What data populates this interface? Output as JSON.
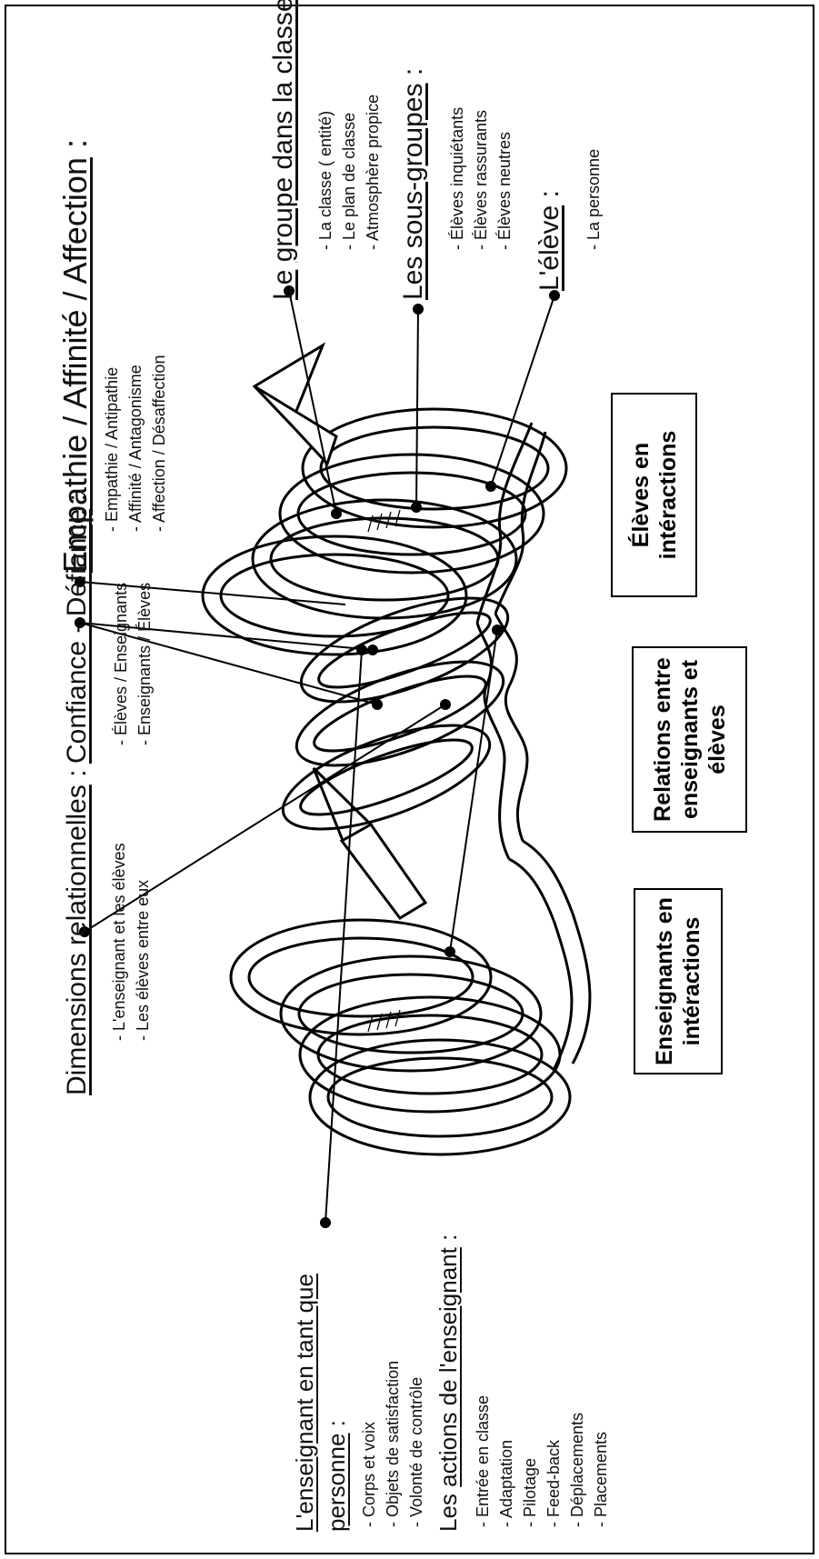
{
  "labels": {
    "teacher_as_person_line1": "L'enseignant en tant que",
    "teacher_as_person_line2_u": "personne",
    "teacher_as_person_line2_rest": " :",
    "teacher_actions_pre": "Les ",
    "teacher_actions_u": "actions de l'enseignant",
    "teacher_actions_post": " :",
    "relational_u": "Dimensions relationnelles",
    "relational_post": " :",
    "trust_u": "Confiance - Défiance",
    "trust_post": " :",
    "empathy_u": "Empathie / Affinité / Affection",
    "empathy_post": " :",
    "group_u1": "Le",
    "group_mid": " ",
    "group_u2": "groupe dans la classe",
    "group_post": " :",
    "subgroups_u": "Les sous-groupes",
    "subgroups_post": " :",
    "student_u": "L'élève",
    "student_post": " :"
  },
  "lists": {
    "teacher_as_person": [
      "- Corps et voix",
      "- Objets de satisfaction",
      "- Volonté de contrôle"
    ],
    "teacher_actions": [
      "- Entrée en classe",
      "- Adaptation",
      "- Pilotage",
      "- Feed-back",
      "- Déplacements",
      "- Placements"
    ],
    "relational": [
      "- L'enseignant et les élèves",
      "- Les élèves entre eux"
    ],
    "trust": [
      "- Élèves / Enseignants",
      "- Enseignants / Élèves"
    ],
    "empathy": [
      "- Empathie / Antipathie",
      "- Affinité / Antagonisme",
      "- Affection / Désaffection"
    ],
    "group": [
      "- La classe ( entité)",
      "- Le plan de classe",
      "- Atmosphère propice"
    ],
    "subgroups": [
      "- Élèves inquiétants",
      "- Élèves rassurants",
      "- Élèves neutres"
    ],
    "student": [
      "- La personne"
    ]
  },
  "boxes": {
    "teachers": "Enseignants en intéractions",
    "relations": "Relations entre enseignants et élèves",
    "students": "Élèves en intéractions"
  }
}
